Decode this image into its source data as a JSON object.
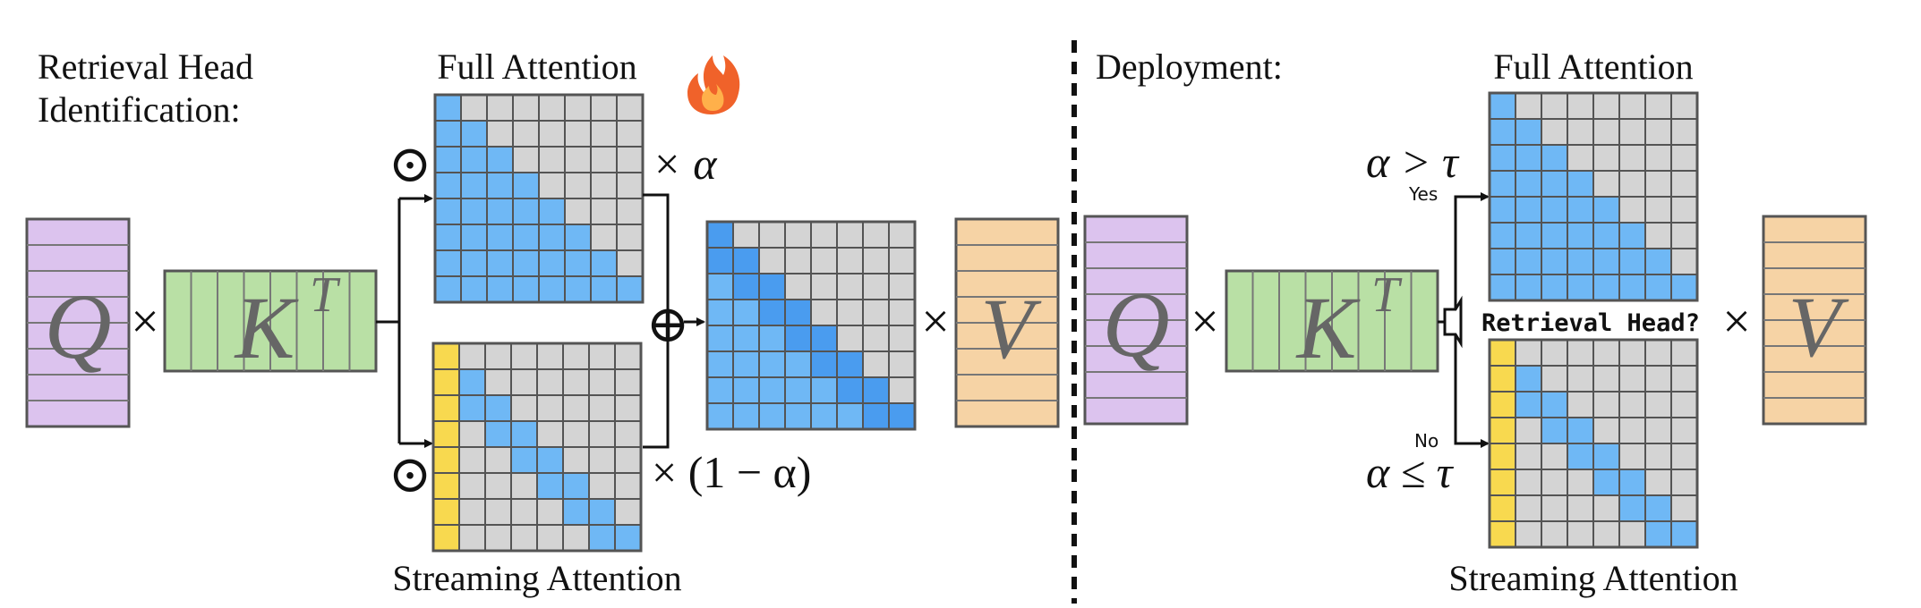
{
  "colors": {
    "q_fill": "#dcc3ee",
    "k_fill": "#b9e0a5",
    "v_fill": "#f6d3a5",
    "cell_grey": "#d4d4d4",
    "cell_blue": "#6fb8f5",
    "cell_blue_dark": "#4a9cef",
    "cell_yellow": "#f8d94f",
    "grid_line": "#545454",
    "stripe_line": "#777777",
    "flame": "#f0622a"
  },
  "left": {
    "title_line1": "Retrieval Head",
    "title_line2": "Identification:",
    "q_label": "Q",
    "k_label": "K",
    "k_superscript": "T",
    "v_label": "V",
    "times": "×",
    "full_label": "Full Attention",
    "streaming_label": "Streaming Attention",
    "alpha_term": "× α",
    "one_minus_alpha_term": "× (1 − α)",
    "odot": "⊙",
    "oplus": "⊕",
    "flame_icon": "flame-icon"
  },
  "right": {
    "title": "Deployment:",
    "q_label": "Q",
    "k_label": "K",
    "k_superscript": "T",
    "v_label": "V",
    "times": "×",
    "full_label": "Full Attention",
    "streaming_label": "Streaming Attention",
    "cond_gt": "α > τ",
    "cond_le": "α ≤ τ",
    "yes_label": "Yes",
    "no_label": "No",
    "decision_label": "Retrieval Head?"
  }
}
